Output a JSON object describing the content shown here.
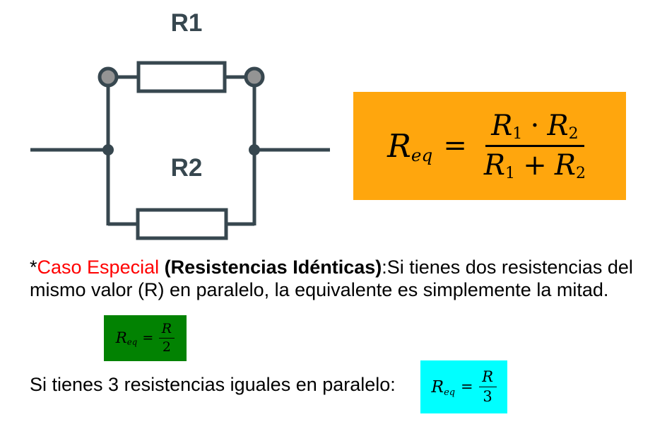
{
  "colors": {
    "wire": "#37474F",
    "terminal_fill": "#949494",
    "junction_fill": "#37474F",
    "parallel_formula_bg": "#FFA60D",
    "half_formula_bg": "#028202",
    "third_formula_bg": "#00FFFF",
    "highlight_text": "#FF0000",
    "body_text": "#000000"
  },
  "circuit": {
    "r1_label": "R1",
    "r2_label": "R2"
  },
  "formula_parallel": {
    "lhs_base": "R",
    "lhs_sub": "eq",
    "equals": "=",
    "num_r1_base": "R",
    "num_r1_sub": "1",
    "num_operator": "·",
    "num_r2_base": "R",
    "num_r2_sub": "2",
    "den_r1_base": "R",
    "den_r1_sub": "1",
    "den_operator": "+",
    "den_r2_base": "R",
    "den_r2_sub": "2"
  },
  "formula_half": {
    "lhs_base": "R",
    "lhs_sub": "eq",
    "equals": "=",
    "numerator": "R",
    "denominator": "2"
  },
  "formula_third": {
    "lhs_base": "R",
    "lhs_sub": "eq",
    "equals": "=",
    "numerator": "R",
    "denominator": "3"
  },
  "special_case": {
    "asterisk": "*",
    "highlight": "Caso Especial ",
    "bold_segment": "(Resistencias Idénticas)",
    "rest": ":Si tienes dos resistencias del mismo valor (R) en paralelo, la equivalente es simplemente la mitad."
  },
  "three_resistors": {
    "text": "Si tienes 3 resistencias iguales en paralelo:"
  }
}
